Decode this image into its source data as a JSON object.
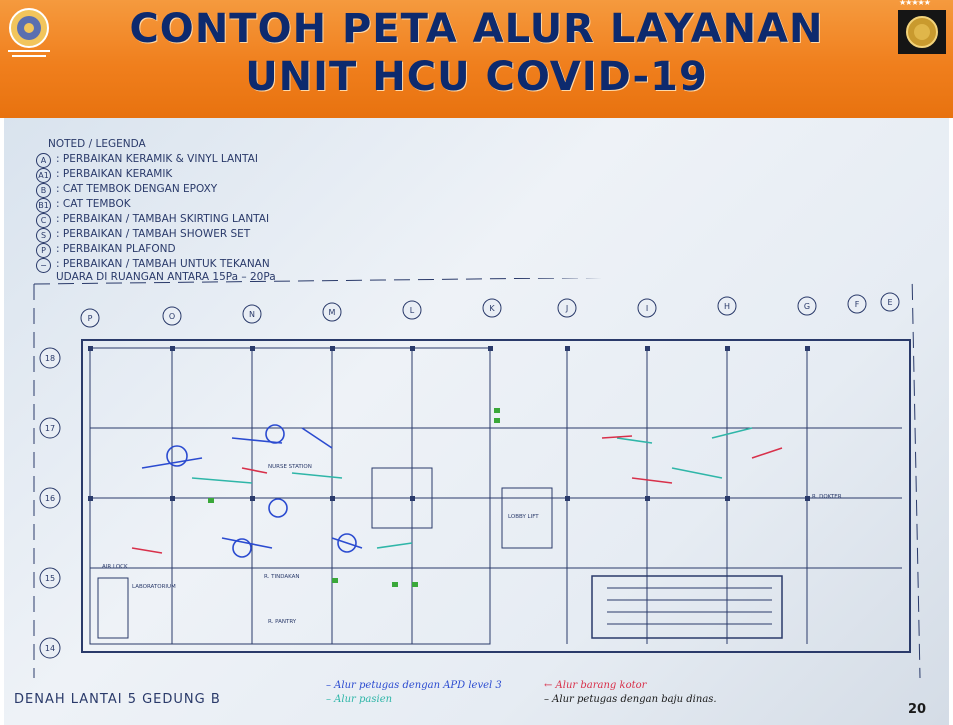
{
  "header": {
    "title_line1": "CONTOH PETA ALUR LAYANAN",
    "title_line2": "UNIT HCU COVID-19",
    "stars": "★★★★★"
  },
  "legend": {
    "title": "NOTED / LEGENDA",
    "items": [
      {
        "key": "A",
        "text": ": PERBAIKAN KERAMIK & VINYL LANTAI"
      },
      {
        "key": "A1",
        "text": ": PERBAIKAN KERAMIK"
      },
      {
        "key": "B",
        "text": ": CAT TEMBOK DENGAN EPOXY"
      },
      {
        "key": "B1",
        "text": ": CAT TEMBOK"
      },
      {
        "key": "C",
        "text": ": PERBAIKAN / TAMBAH SKIRTING LANTAI"
      },
      {
        "key": "S",
        "text": ": PERBAIKAN / TAMBAH SHOWER SET"
      },
      {
        "key": "P",
        "text": ": PERBAIKAN PLAFOND"
      },
      {
        "key": "−",
        "text": ": PERBAIKAN / TAMBAH UNTUK TEKANAN UDARA DI RUANGAN ANTARA 15Pa – 20Pa"
      }
    ]
  },
  "plan": {
    "column_labels": [
      "P",
      "O",
      "N",
      "M",
      "L",
      "K",
      "J",
      "I",
      "H",
      "G",
      "F",
      "E"
    ],
    "row_labels": [
      "18",
      "17",
      "16",
      "15",
      "14"
    ],
    "room_labels": [
      "NURSE STATION",
      "LOBBY LIFT",
      "LABORATORIUM",
      "R. TINDAKAN",
      "R. PANTRY",
      "AIR LOCK",
      "R. DOKTER"
    ]
  },
  "notes": {
    "apd_line": "– Alur petugas dengan APD level 3",
    "patient_line": "– Alur pasien",
    "dirty_line": "← Alur barang kotor",
    "staff_line": "– Alur petugas dengan baju dinas."
  },
  "caption": "DENAH LANTAI 5 GEDUNG B",
  "page_number": "20",
  "colors": {
    "header_orange": "#f07f1d",
    "title_navy": "#0d2a6e",
    "blueprint_blue": "#2a3a6a",
    "flow_blue": "#2b4bd0",
    "flow_teal": "#2fb6a8",
    "flow_red": "#d8304a"
  }
}
